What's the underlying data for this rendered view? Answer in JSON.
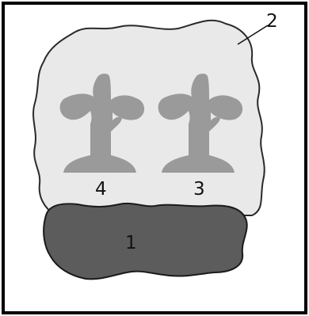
{
  "labels": {
    "label_1": "1",
    "label_2": "2",
    "label_3": "3",
    "label_4": "4"
  },
  "colors": {
    "background": "#ffffff",
    "border": "#000000",
    "outer_blob": "#e9e9e9",
    "outer_blob_stroke": "#2a2a2a",
    "plant_shape": "#9a9a9a",
    "dark_blob": "#5c5c5c"
  }
}
